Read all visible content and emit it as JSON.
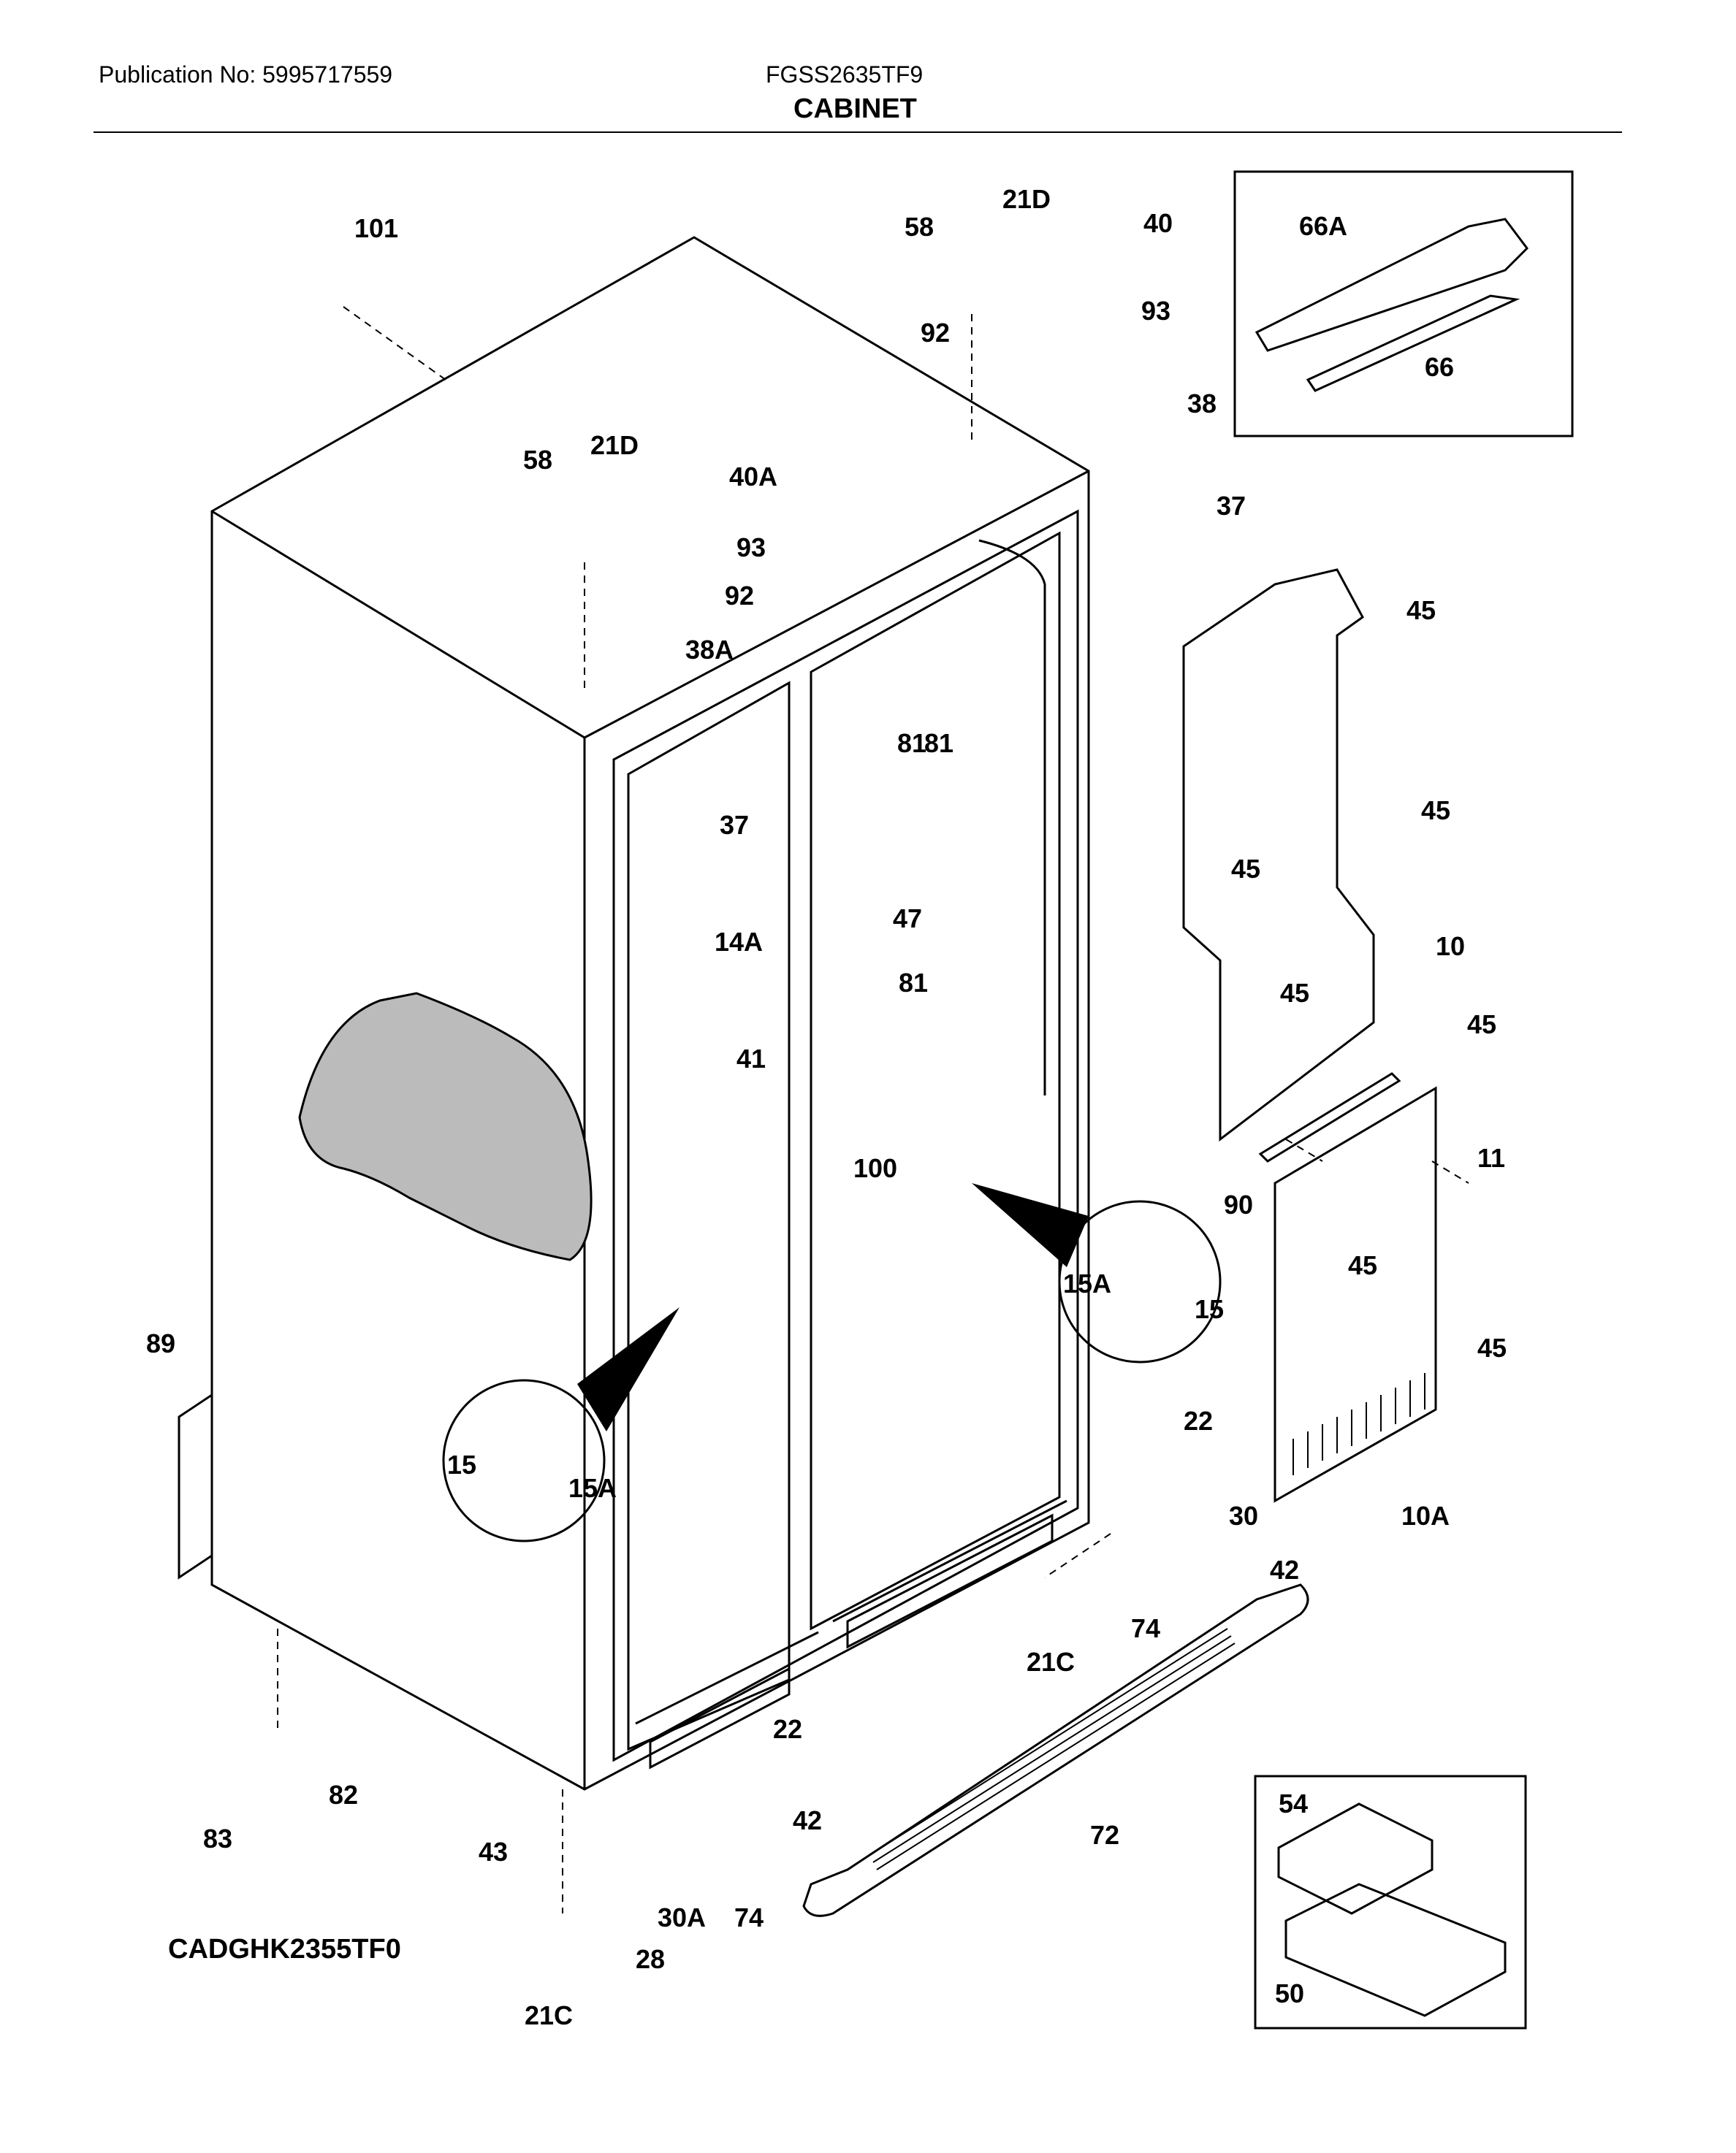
{
  "header": {
    "publication": "Publication No: 5995717559",
    "model": "FGSS2635TF9",
    "section": "CABINET"
  },
  "footer": {
    "diagram_code": "CADGHK2355TF0"
  },
  "callouts": [
    "101",
    "58",
    "21D",
    "40",
    "93",
    "92",
    "38",
    "66A",
    "66",
    "58",
    "21D",
    "40A",
    "93",
    "92",
    "38A",
    "37",
    "37",
    "81",
    "81",
    "81",
    "47",
    "14A",
    "41",
    "100",
    "45",
    "45",
    "45",
    "45",
    "10",
    "45",
    "11",
    "90",
    "45",
    "45",
    "10A",
    "15A",
    "15",
    "15",
    "15A",
    "89",
    "22",
    "30",
    "42",
    "74",
    "21C",
    "82",
    "83",
    "22",
    "42",
    "43",
    "30A",
    "74",
    "28",
    "21C",
    "72",
    "54",
    "50"
  ]
}
